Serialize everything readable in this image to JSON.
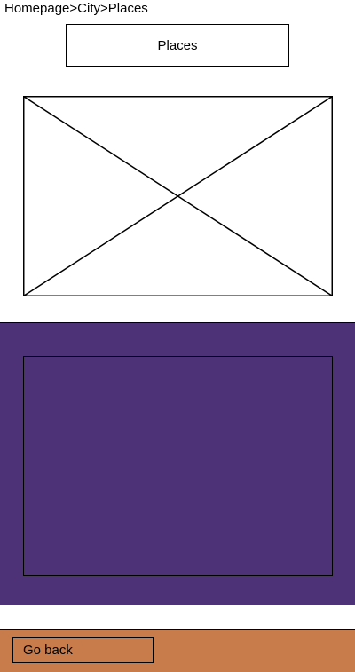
{
  "breadcrumb": {
    "items": [
      "Homepage",
      "City",
      "Places"
    ],
    "separator": ">"
  },
  "header": {
    "title": "Places"
  },
  "image_placeholder": {
    "icon": "image-placeholder-icon"
  },
  "content_panel": {
    "background_color": "#4d3277"
  },
  "footer": {
    "background_color": "#c87b4b",
    "go_back_label": "Go back"
  }
}
